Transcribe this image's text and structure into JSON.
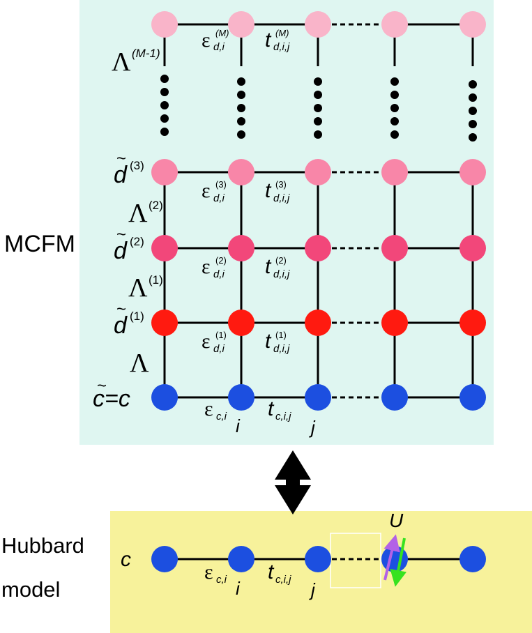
{
  "colors": {
    "mcfm_background": "#dff6f1",
    "hubbard_background": "#f7f29b",
    "blue_site": "#1c4fe0",
    "red_site": "#ff1a10",
    "pink_site_2": "#f2477a",
    "pink_site_3": "#f886a8",
    "pink_site_m": "#f9b4c9",
    "spin_up_arrow": "#b361e6",
    "spin_down_arrow": "#36e21f",
    "line": "#000000"
  },
  "labels": {
    "mcfm": "MCFM",
    "hubbard_line1": "Hubbard",
    "hubbard_line2": "model"
  },
  "mcfm": {
    "rows": [
      {
        "label": "c=c",
        "eps": "ε",
        "eps_sub": "c,i",
        "eps_sup": "",
        "hop": "t",
        "hop_sub": "c,i,j",
        "hop_sup": ""
      },
      {
        "label": "d",
        "label_sup": "(1)",
        "eps": "ε",
        "eps_sub": "d,i",
        "eps_sup": "(1)",
        "hop": "t",
        "hop_sub": "d,i,j",
        "hop_sup": "(1)"
      },
      {
        "label": "d",
        "label_sup": "(2)",
        "eps": "ε",
        "eps_sub": "d,i",
        "eps_sup": "(2)",
        "hop": "t",
        "hop_sub": "d,i,j",
        "hop_sup": "(2)"
      },
      {
        "label": "d",
        "label_sup": "(3)",
        "eps": "ε",
        "eps_sub": "d,i",
        "eps_sup": "(3)",
        "hop": "t",
        "hop_sub": "d,i,j",
        "hop_sup": "(3)"
      },
      {
        "label": "",
        "eps": "ε",
        "eps_sub": "d,i",
        "eps_sup": "(M)",
        "hop": "t",
        "hop_sub": "d,i,j",
        "hop_sup": "(M)"
      }
    ],
    "lambdas": [
      {
        "symbol": "Λ",
        "sup": ""
      },
      {
        "symbol": "Λ",
        "sup": "(1)"
      },
      {
        "symbol": "Λ",
        "sup": "(2)"
      },
      {
        "symbol": "Λ",
        "sup": "(M-1)"
      }
    ],
    "site_i": "i",
    "site_j": "j"
  },
  "hubbard": {
    "row_label": "c",
    "eps": "ε",
    "eps_sub": "c,i",
    "hop": "t",
    "hop_sub": "c,i,j",
    "site_i": "i",
    "site_j": "j",
    "interaction": "U"
  }
}
